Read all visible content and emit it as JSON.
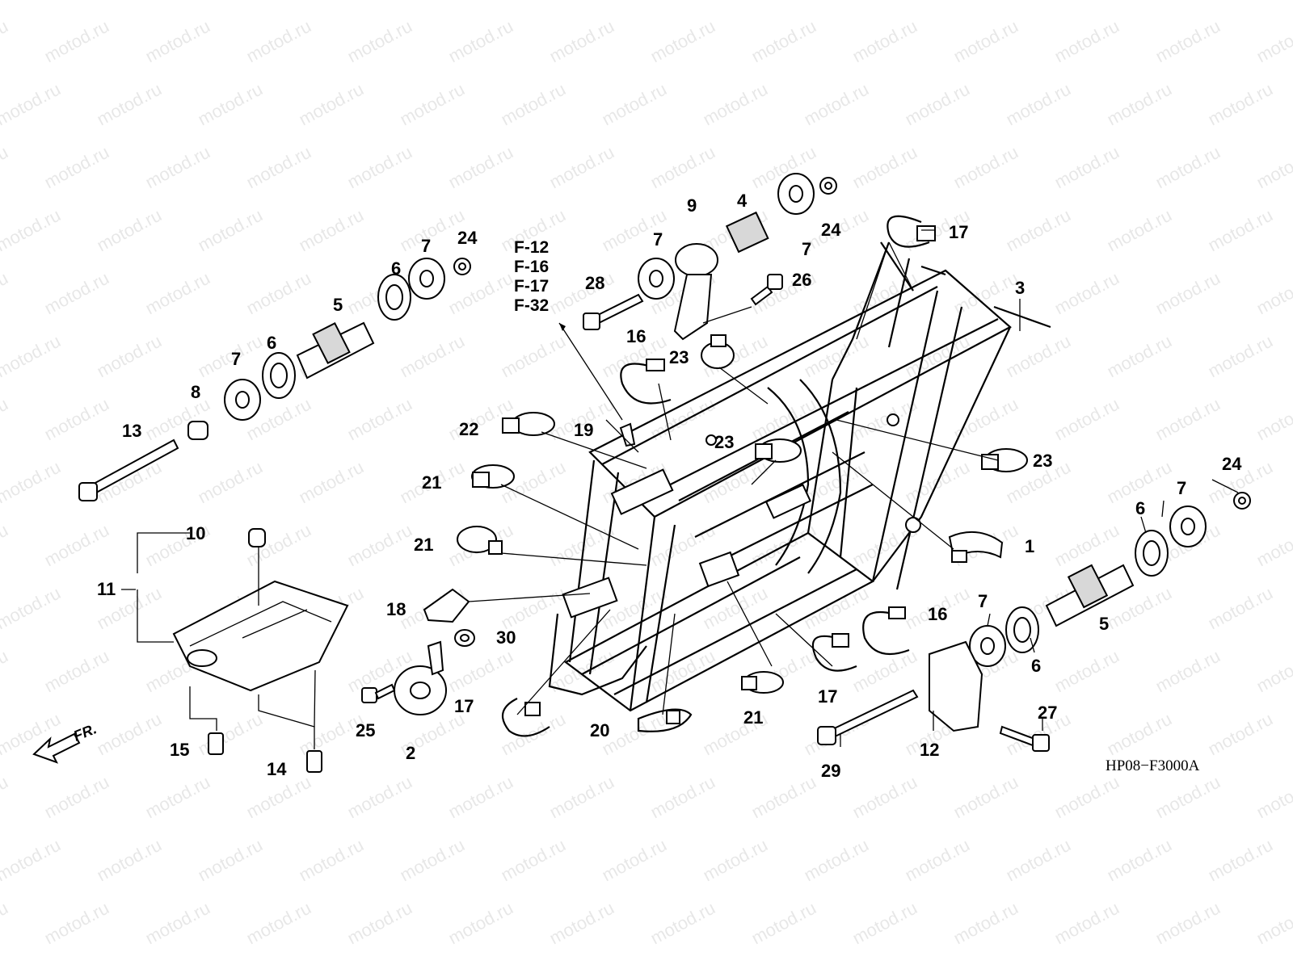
{
  "watermark": "motod.ru",
  "diagram_code": "HP08−F3000A",
  "direction_label": "FR.",
  "reference_codes": [
    "F-12",
    "F-16",
    "F-17",
    "F-32"
  ],
  "callouts": {
    "c1": "1",
    "c2": "2",
    "c3": "3",
    "c4": "4",
    "c5a": "5",
    "c5b": "5",
    "c6a": "6",
    "c6b": "6",
    "c6c": "6",
    "c6d": "6",
    "c7a": "7",
    "c7b": "7",
    "c7c": "7",
    "c7d": "7",
    "c7e": "7",
    "c7f": "7",
    "c8": "8",
    "c9": "9",
    "c10": "10",
    "c11": "11",
    "c12": "12",
    "c13": "13",
    "c14": "14",
    "c15": "15",
    "c16a": "16",
    "c16b": "16",
    "c17a": "17",
    "c17b": "17",
    "c17c": "17",
    "c18": "18",
    "c19": "19",
    "c20": "20",
    "c21a": "21",
    "c21b": "21",
    "c21c": "21",
    "c22": "22",
    "c23a": "23",
    "c23b": "23",
    "c23c": "23",
    "c24a": "24",
    "c24b": "24",
    "c24c": "24",
    "c25": "25",
    "c26": "26",
    "c27": "27",
    "c28": "28",
    "c29": "29",
    "c30": "30"
  }
}
